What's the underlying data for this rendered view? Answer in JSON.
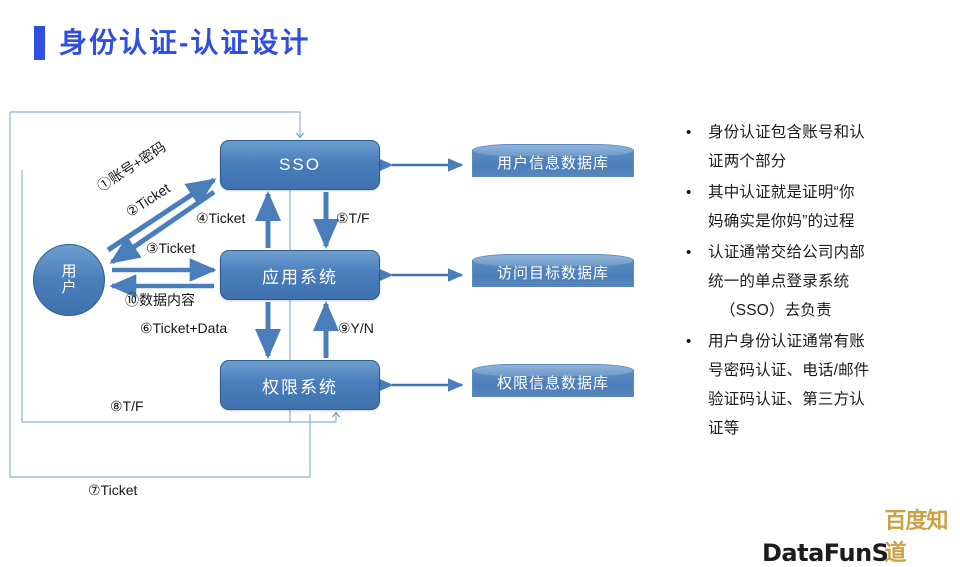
{
  "slide": {
    "title": "身份认证-认证设计",
    "accent_color": "#2F4FE0",
    "node_fill": "#4A7EBB",
    "node_border": "#2E5C8A",
    "connector_color": "#4A7EBB",
    "thin_line_color": "#7FA6CF",
    "watermark_color": "#C69A34"
  },
  "diagram": {
    "nodes": {
      "user_line1": "用",
      "user_line2": "户",
      "sso": "SSO",
      "app_system": "应用系统",
      "auth_system": "权限系统"
    },
    "databases": [
      {
        "id": "db-user",
        "label": "用户信息数据库"
      },
      {
        "id": "db-target",
        "label": "访问目标数据库"
      },
      {
        "id": "db-perm",
        "label": "权限信息数据库"
      }
    ],
    "flow_labels": {
      "step1": "①账号+密码",
      "step2": "②Ticket",
      "step3": "③Ticket",
      "step4": "④Ticket",
      "step5": "⑤T/F",
      "step6": "⑥Ticket+Data",
      "step7": "⑦Ticket",
      "step8": "⑧T/F",
      "step9": "⑨Y/N",
      "step10": "⑩数据内容"
    }
  },
  "bullets": [
    {
      "dot": "•",
      "lines": [
        "身份认证包含账号和认",
        "证两个部分"
      ]
    },
    {
      "dot": "•",
      "lines": [
        "其中认证就是证明“你",
        "妈确实是你妈”的过程"
      ]
    },
    {
      "dot": "•",
      "lines": [
        "认证通常交给公司内部",
        "统一的单点登录系统"
      ],
      "indented": [
        "（SSO）去负责"
      ]
    },
    {
      "dot": "•",
      "lines": [
        "用户身份认证通常有账",
        "号密码认证、电话/邮件",
        "验证码认证、第三方认",
        "证等"
      ]
    }
  ],
  "footer": {
    "brand": "DataFunS",
    "watermark": "百度知道"
  }
}
